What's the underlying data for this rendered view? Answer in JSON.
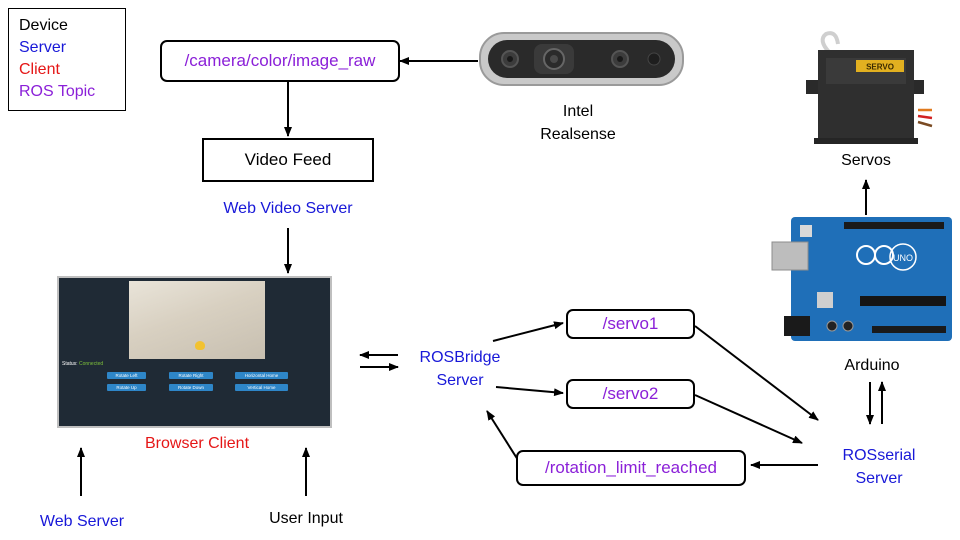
{
  "legend": {
    "device": "Device",
    "server": "Server",
    "client": "Client",
    "ros_topic": "ROS Topic"
  },
  "colors": {
    "device": "#000000",
    "server": "#1818d8",
    "client": "#e51616",
    "ros_topic": "#8b20d8"
  },
  "topics": {
    "camera": "/camera/color/image_raw",
    "servo1": "/servo1",
    "servo2": "/servo2",
    "rotation_limit": "/rotation_limit_reached"
  },
  "boxes": {
    "video_feed": "Video Feed"
  },
  "servers": {
    "web_video_server": "Web Video Server",
    "rosbridge_line1": "ROSBridge",
    "rosbridge_line2": "Server",
    "rosserial_line1": "ROSserial",
    "rosserial_line2": "Server",
    "web_server": "Web Server"
  },
  "clients": {
    "browser_client": "Browser Client"
  },
  "devices": {
    "realsense_line1": "Intel",
    "realsense_line2": "Realsense",
    "servos": "Servos",
    "arduino": "Arduino",
    "servo_sticker": "SERVO",
    "arduino_board_text": "UNO"
  },
  "inputs": {
    "user_input": "User Input"
  },
  "browser_ui": {
    "status_label": "Status:",
    "status_value": "Connected",
    "buttons": {
      "rotate_left": "Rotate Left",
      "rotate_right": "Rotate Right",
      "horizontal_home": "Horizontal Home",
      "rotate_up": "Rotate Up",
      "rotate_down": "Rotate Down",
      "vertical_home": "Vertical Home"
    }
  }
}
